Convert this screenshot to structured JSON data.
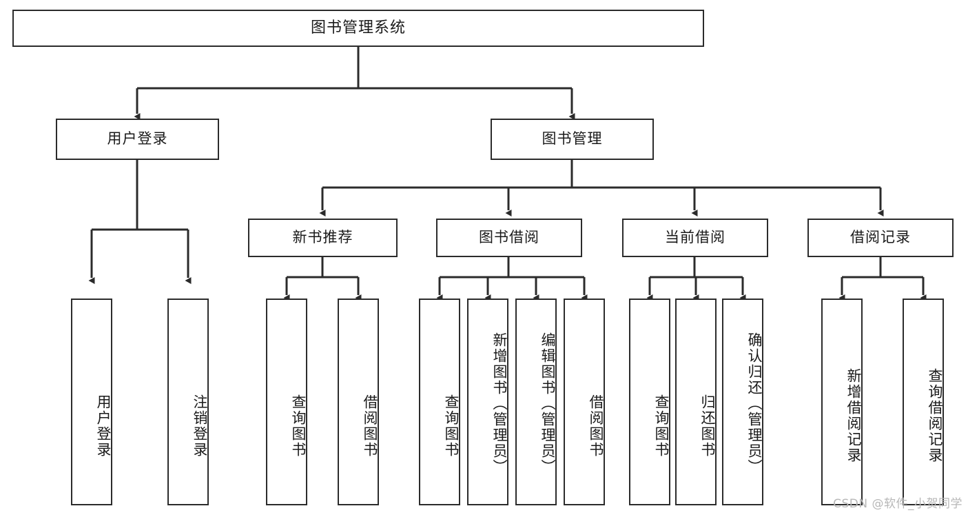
{
  "diagram": {
    "type": "tree-hierarchy",
    "title": "图书管理系统",
    "watermark": "CSDN @软件_小贺同学",
    "colors": {
      "node_border": "#2b2b2b",
      "node_fill": "#ffffff",
      "edge": "#2b2b2b",
      "text": "#1a1a1a",
      "watermark": "#b7b7b7",
      "background": "#ffffff"
    },
    "levels": {
      "root": {
        "label": "图书管理系统"
      },
      "level2": [
        {
          "label": "用户登录"
        },
        {
          "label": "图书管理"
        }
      ],
      "level3": [
        {
          "label": "新书推荐"
        },
        {
          "label": "图书借阅"
        },
        {
          "label": "当前借阅"
        },
        {
          "label": "借阅记录"
        }
      ],
      "leaves": [
        {
          "label": "用户登录",
          "parent": "用户登录"
        },
        {
          "label": "注销登录",
          "parent": "用户登录"
        },
        {
          "label": "查询图书",
          "parent": "新书推荐"
        },
        {
          "label": "借阅图书",
          "parent": "新书推荐"
        },
        {
          "label": "查询图书",
          "parent": "图书借阅"
        },
        {
          "label": "新增图书（管理员）",
          "parent": "图书借阅"
        },
        {
          "label": "编辑图书（管理员）",
          "parent": "图书借阅"
        },
        {
          "label": "借阅图书",
          "parent": "图书借阅"
        },
        {
          "label": "查询图书",
          "parent": "当前借阅"
        },
        {
          "label": "归还图书",
          "parent": "当前借阅"
        },
        {
          "label": "确认归还（管理员）",
          "parent": "当前借阅"
        },
        {
          "label": "新增借阅记录",
          "parent": "借阅记录"
        },
        {
          "label": "查询借阅记录",
          "parent": "借阅记录"
        }
      ]
    }
  }
}
